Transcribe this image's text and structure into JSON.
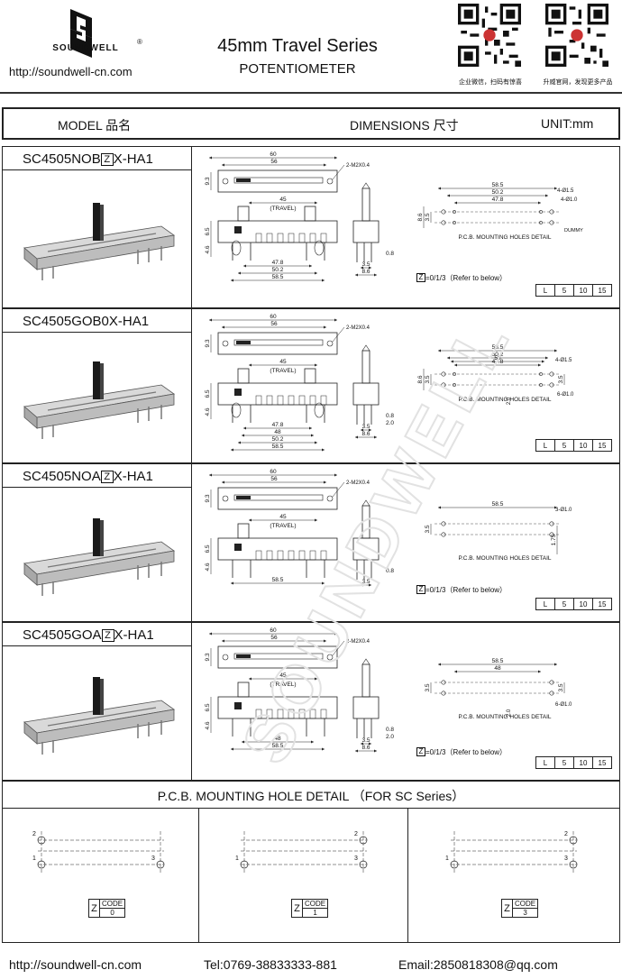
{
  "header": {
    "brand": "SOUNDWELL",
    "reg_mark": "®",
    "url": "http://soundwell-cn.com",
    "title": "45mm Travel Series",
    "subtitle": "POTENTIOMETER",
    "qr_caption_1": "企业微信，扫码有惊喜",
    "qr_caption_2": "升威官网，发现更多产品"
  },
  "model_row": {
    "model": "MODEL 品名",
    "dimensions": "DIMENSIONS 尺寸",
    "unit": "UNIT:mm"
  },
  "products": [
    {
      "prefix": "SC4505NOB",
      "z": "Z",
      "suffix": "X-HA1",
      "pcb_note": "P.C.B. MOUNTING HOLES DETAIL",
      "z_note": "=0/1/3（Refer to below）"
    },
    {
      "prefix": "SC4505GOB0X-HA1",
      "z": "",
      "suffix": "",
      "pcb_note": "P.C.B. MOUNTING HOLES DETAIL",
      "z_note": ""
    },
    {
      "prefix": "SC4505NOA",
      "z": "Z",
      "suffix": "X-HA1",
      "pcb_note": "P.C.B. MOUNTING HOLES DETAIL",
      "z_note": "=0/1/3（Refer to below）"
    },
    {
      "prefix": "SC4505GOA",
      "z": "Z",
      "suffix": "X-HA1",
      "pcb_note": "P.C.B. MOUNTING HOLES DETAIL",
      "z_note": "=0/1/3（Refer to below）"
    }
  ],
  "dims": {
    "d60": "60",
    "d56": "56",
    "d93": "9.3",
    "m2": "2-M2X0.4",
    "d45": "45",
    "travel": "(TRAVEL)",
    "d65": "6.5",
    "d46": "4.6",
    "d08": "0.8",
    "d20": "2.0",
    "d35": "3.5",
    "d86": "8.6",
    "d478": "47.8",
    "d502": "50.2",
    "d585": "58.5",
    "d48": "48",
    "d58": "58",
    "h15": "4-Ø1.5",
    "h10": "4-Ø1.0",
    "h6": "6-Ø1.0",
    "h3": "3-Ø1.0",
    "dummy": "DUMMY",
    "d175": "1.75",
    "L": "L"
  },
  "length_table": [
    "L",
    "5",
    "10",
    "15"
  ],
  "pcb_detail": {
    "title": "P.C.B. MOUNTING HOLE DETAIL （FOR SC Series）",
    "z": "Z",
    "code_label": "CODE",
    "codes": [
      "0",
      "1",
      "3"
    ],
    "pin1": "1",
    "pin2": "2",
    "pin3": "3"
  },
  "footer": {
    "url": "http://soundwell-cn.com",
    "tel": "Tel:0769-38833333-881",
    "email": "Email:2850818308@qq.com"
  },
  "watermark": "SOUNDWELL"
}
